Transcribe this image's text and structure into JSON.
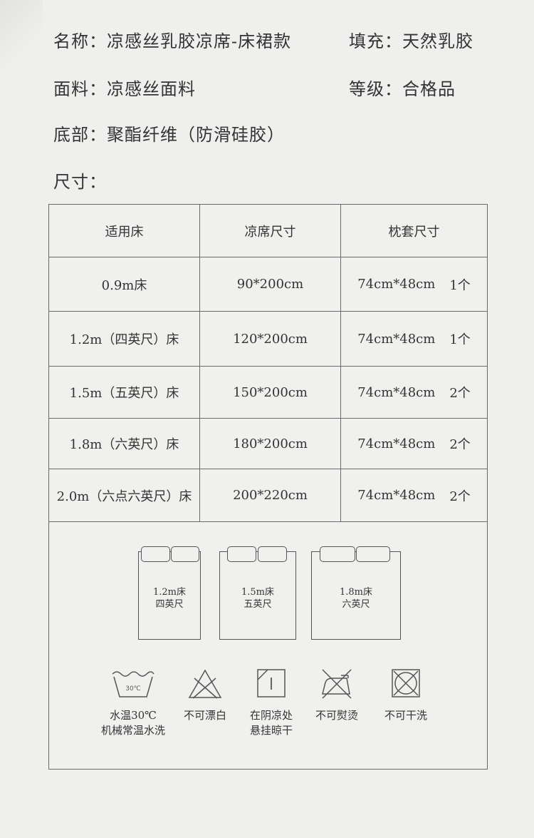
{
  "info": {
    "name": "名称：凉感丝乳胶凉席-床裙款",
    "filling": "填充：天然乳胶",
    "fabric": "面料：凉感丝面料",
    "grade": "等级：合格品",
    "bottom": "底部：聚酯纤维（防滑硅胶）",
    "size_label": "尺寸："
  },
  "table": {
    "headers": [
      "适用床",
      "凉席尺寸",
      "枕套尺寸"
    ],
    "rows": [
      {
        "bed": "0.9m床",
        "mat": "90*200cm",
        "pillow": "74cm*48cm",
        "qty": "1个"
      },
      {
        "bed": "1.2m（四英尺）床",
        "mat": "120*200cm",
        "pillow": "74cm*48cm",
        "qty": "1个"
      },
      {
        "bed": "1.5m（五英尺）床",
        "mat": "150*200cm",
        "pillow": "74cm*48cm",
        "qty": "2个"
      },
      {
        "bed": "1.8m（六英尺）床",
        "mat": "180*200cm",
        "pillow": "74cm*48cm",
        "qty": "2个"
      },
      {
        "bed": "2.0m（六点六英尺）床",
        "mat": "200*220cm",
        "pillow": "74cm*48cm",
        "qty": "2个"
      }
    ]
  },
  "beds": [
    {
      "line1": "1.2m床",
      "line2": "四英尺"
    },
    {
      "line1": "1.5m床",
      "line2": "五英尺"
    },
    {
      "line1": "1.8m床",
      "line2": "六英尺"
    }
  ],
  "care": [
    {
      "icon": "wash-30-icon",
      "temp": "30℃",
      "line1": "水温30℃",
      "line2": "机械常温水洗"
    },
    {
      "icon": "no-bleach-icon",
      "line1": "不可漂白",
      "line2": ""
    },
    {
      "icon": "line-dry-shade-icon",
      "line1": "在阴凉处",
      "line2": "悬挂晾干"
    },
    {
      "icon": "no-iron-icon",
      "line1": "不可熨烫",
      "line2": ""
    },
    {
      "icon": "no-dry-clean-icon",
      "line1": "不可干洗",
      "line2": ""
    }
  ]
}
